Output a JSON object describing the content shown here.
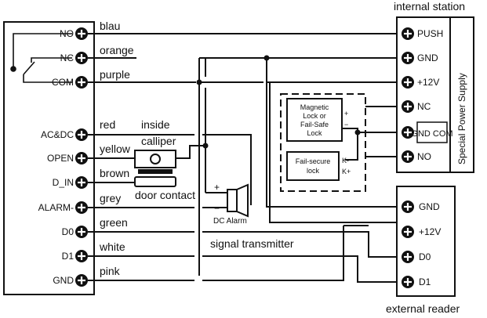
{
  "controller": {
    "pins": [
      "NO",
      "NC",
      "COM",
      "AC&DC",
      "OPEN",
      "D_IN",
      "ALARM-",
      "D0",
      "D1",
      "GND"
    ]
  },
  "wires": {
    "no": "blau",
    "nc": "orange",
    "com": "purple",
    "acdc": "red",
    "open": "yellow",
    "d_in": "brown",
    "alarm": "grey",
    "d0": "green",
    "d1": "white",
    "gnd": "pink"
  },
  "labels": {
    "inside": "inside",
    "calliper": "calliper",
    "door_contact": "door contact",
    "signal_transmitter": "signal transmitter",
    "dc_alarm": "DC Alarm",
    "alarm_plus": "+",
    "alarm_minus": "−"
  },
  "power_supply": {
    "title": "internal station",
    "side_label": "Special Power Supply",
    "pins": [
      "PUSH",
      "GND",
      "+12V",
      "NC",
      "GND COM",
      "NO"
    ]
  },
  "locks": {
    "magnetic": [
      "Magnetic",
      "Lock or",
      "Fail-Safe",
      "Lock"
    ],
    "failsecure": [
      "Fail-secure",
      "lock"
    ],
    "mag_plus": "+",
    "mag_minus": "−",
    "fs_kminus": "K-",
    "fs_kplus": "K+"
  },
  "reader": {
    "title": "external reader",
    "pins": [
      "GND",
      "+12V",
      "D0",
      "D1"
    ]
  },
  "colors": {
    "line": "#111111",
    "background": "#ffffff"
  }
}
